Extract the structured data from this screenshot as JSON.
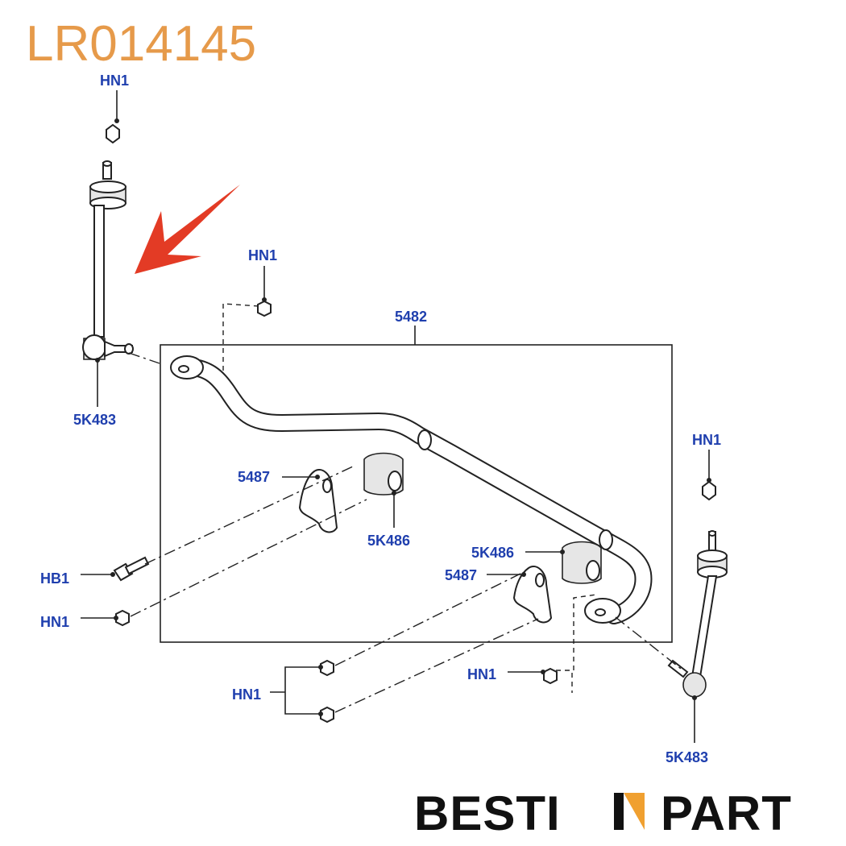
{
  "header": {
    "part_number": "LR014145"
  },
  "colors": {
    "label": "#1f3fae",
    "part_number": "#e69a4a",
    "arrow": "#e33b25",
    "brand_accent": "#f0a030",
    "ink": "#222222"
  },
  "labels": {
    "hn1_top_left": "HN1",
    "hn1_top_mid": "HN1",
    "stabilizer_bar": "5482",
    "link_left": "5K483",
    "bracket_left": "5487",
    "bushing_left": "5K486",
    "bolt": "HB1",
    "hn1_lower_left": "HN1",
    "bushing_right": "5K486",
    "bracket_right": "5487",
    "hn1_right": "HN1",
    "hn1_bottom_group": "HN1",
    "hn1_bottom_mid": "HN1",
    "link_right": "5K483"
  },
  "brand": {
    "left": "BESTI",
    "right": "PART"
  }
}
